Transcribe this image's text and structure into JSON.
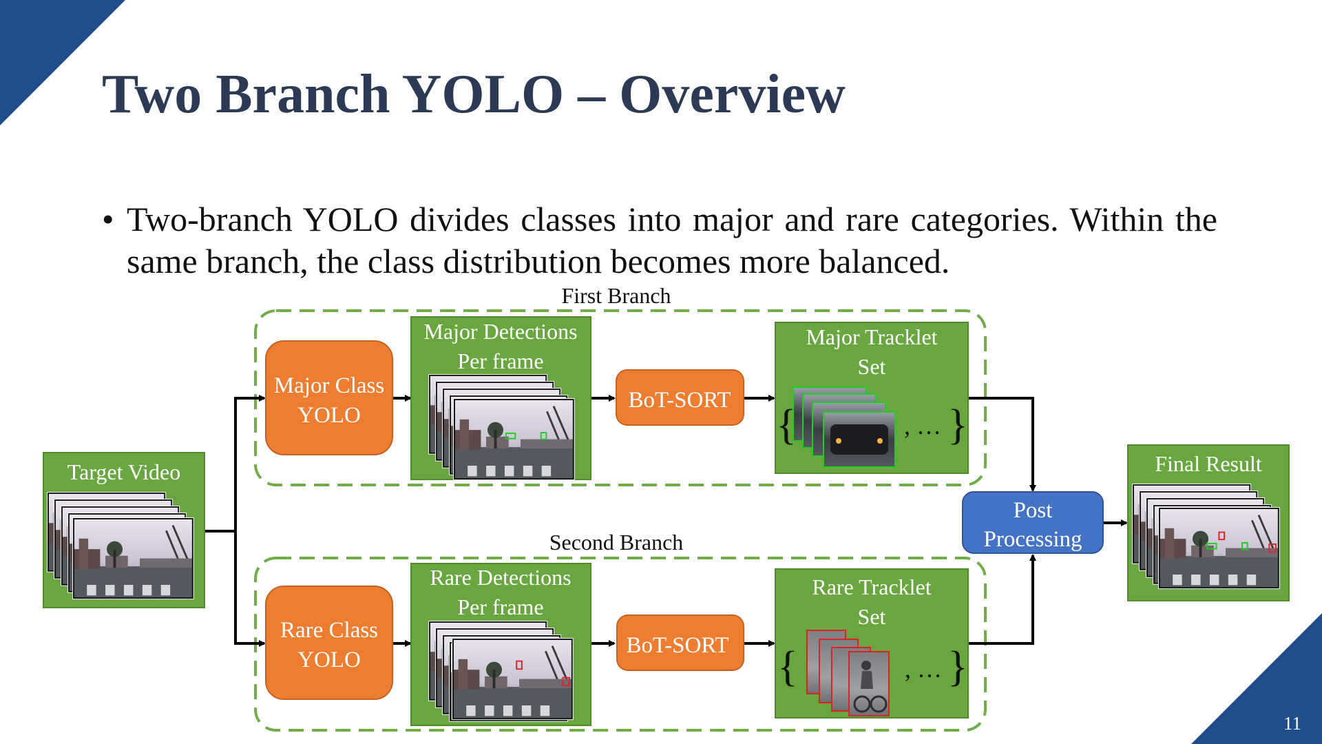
{
  "slide": {
    "title": "Two Branch YOLO – Overview",
    "bullet": "Two-branch YOLO divides classes into major and rare categories. Within the same branch, the class distribution becomes more balanced.",
    "page_number": "11"
  },
  "diagram": {
    "first_branch_label": "First Branch",
    "second_branch_label": "Second Branch",
    "target_video": "Target Video",
    "major_class_yolo": [
      "Major Class",
      "YOLO"
    ],
    "rare_class_yolo": [
      "Rare Class",
      "YOLO"
    ],
    "major_detections": [
      "Major Detections",
      "Per frame"
    ],
    "rare_detections": [
      "Rare Detections",
      "Per frame"
    ],
    "botsort_top": "BoT-SORT",
    "botsort_bottom": "BoT-SORT",
    "major_tracklet": [
      "Major Tracklet",
      "Set"
    ],
    "rare_tracklet": [
      "Rare Tracklet",
      "Set"
    ],
    "post_processing": [
      "Post",
      "Processing"
    ],
    "final_result": "Final Result",
    "set_ellipsis": ", …"
  },
  "colors": {
    "title": "#2b3a55",
    "corner_blue": "#1f4e8c",
    "green_box": "#6aa63f",
    "orange_box": "#ed7d31",
    "blue_box": "#4472c4",
    "dashed_border": "#70ad47",
    "major_bbox": "#22cc22",
    "rare_bbox": "#dd2222"
  }
}
